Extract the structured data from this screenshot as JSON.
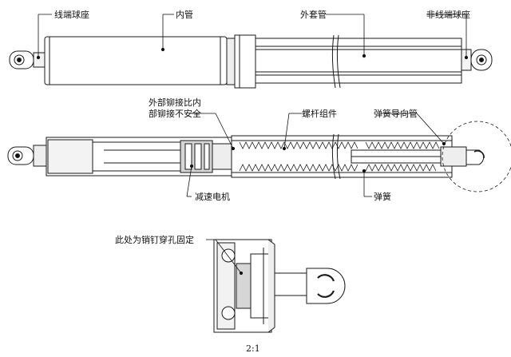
{
  "labels": {
    "wire_end_ball_seat": "线端球座",
    "inner_tube": "内管",
    "outer_tube": "外套管",
    "non_wire_end_ball_seat": "非线端球座",
    "outer_rivet_line1": "外部铆接比内",
    "outer_rivet_line2": "部铆接不安全",
    "screw_assembly": "螺杆组件",
    "spring_guide_tube": "弹簧导向管",
    "gear_motor": "减速电机",
    "spring": "弹簧",
    "pin_note": "此处为销钉穿孔固定"
  },
  "scale_caption": "2:1",
  "colors": {
    "line": "#1a1a1a",
    "fill_light": "#eeeeee",
    "fill_mid": "#d6d6d6"
  }
}
